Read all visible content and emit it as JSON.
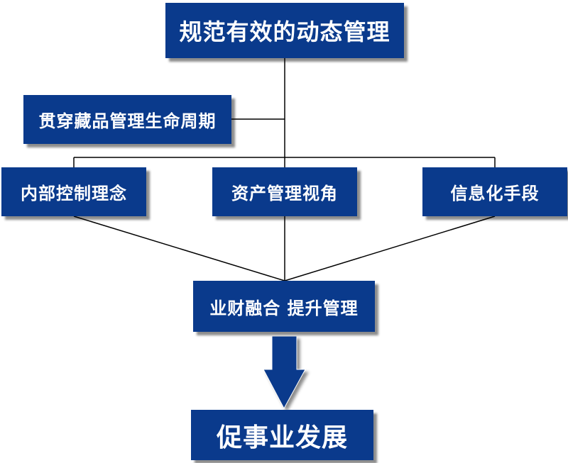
{
  "colors": {
    "box": "#0a3a8c",
    "line": "#000000",
    "arrow": "#0a3a8c"
  },
  "diagram": {
    "top": "规范有效的动态管理",
    "side": "贯穿藏品管理生命周期",
    "branches": [
      "内部控制理念",
      "资产管理视角",
      "信息化手段"
    ],
    "merge": "业财融合 提升管理",
    "result": "促事业发展"
  }
}
